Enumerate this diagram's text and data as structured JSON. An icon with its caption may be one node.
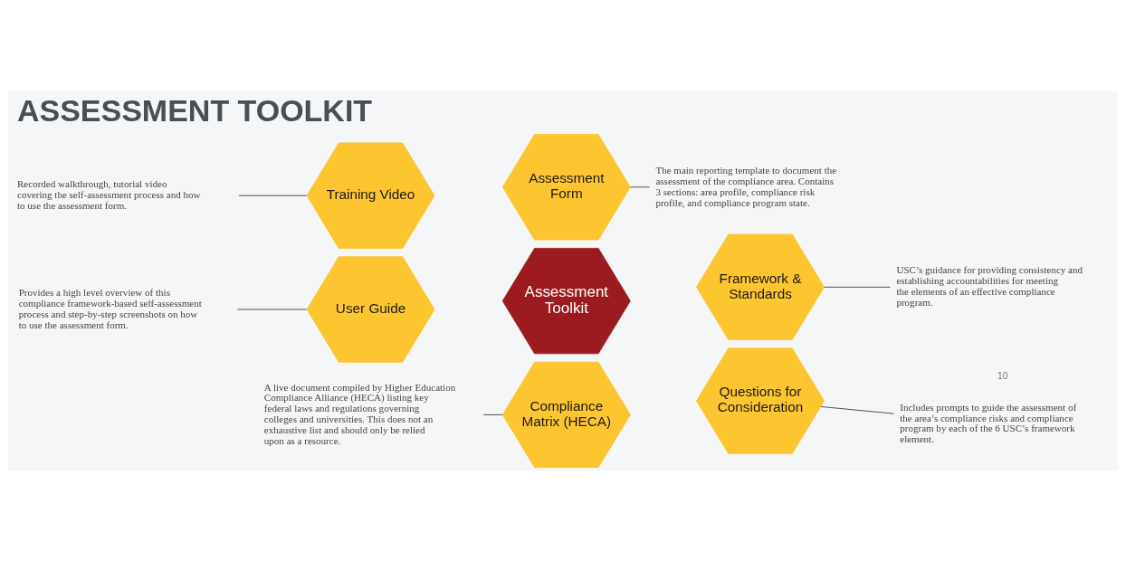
{
  "diagram": {
    "title": "ASSESSMENT TOOLKIT",
    "nodes": [
      {
        "text": [
          "Assessment Toolkit"
        ]
      },
      {
        "text": [
          "Assessment Form"
        ]
      },
      {
        "text": [
          "Framework & Standards"
        ]
      },
      {
        "text": [
          "Questions for Consideration"
        ]
      },
      {
        "text": [
          "Compliance Matrix (HECA)"
        ]
      },
      {
        "text": [
          "User Guide"
        ]
      },
      {
        "text": [
          "Training Video"
        ]
      },
      {
        "text": [
          "The main reporting template to document the assessment of the compliance area. Contains 3 sections: area profile, compliance risk profile, and compliance program state."
        ]
      },
      {
        "text": [
          "USC’s guidance for providing consistency and establishing accountabilities for meeting the elements of an effective compliance program."
        ]
      },
      {
        "text": [
          "Includes prompts to guide the assessment of the area’s compliance risks and compliance program by each of the 6 USC’s framework element."
        ]
      },
      {
        "text": [
          "A live document compiled by Higher Education Compliance Alliance (HECA) listing key federal laws and regulations governing colleges and universities. This does not an exhaustive list and should only be relied upon as a resource."
        ]
      },
      {
        "text": [
          "Provides a high level overview of this compliance framework-based self-assessment process and step-by-step screenshots on how to use the assessment form."
        ]
      },
      {
        "text": [
          "Recorded walkthrough, tutorial video covering the self-assessment process and how to use the assessment form."
        ]
      }
    ],
    "edges": [
      {
        "from": 1,
        "to": 7,
        "arrow": "none"
      },
      {
        "from": 2,
        "to": 8,
        "arrow": "none"
      },
      {
        "from": 3,
        "to": 9,
        "arrow": "none"
      },
      {
        "from": 10,
        "to": 4,
        "arrow": "none"
      },
      {
        "from": 11,
        "to": 5,
        "arrow": "none"
      },
      {
        "from": 12,
        "to": 6,
        "arrow": "none"
      }
    ],
    "labels": [
      "10"
    ]
  }
}
